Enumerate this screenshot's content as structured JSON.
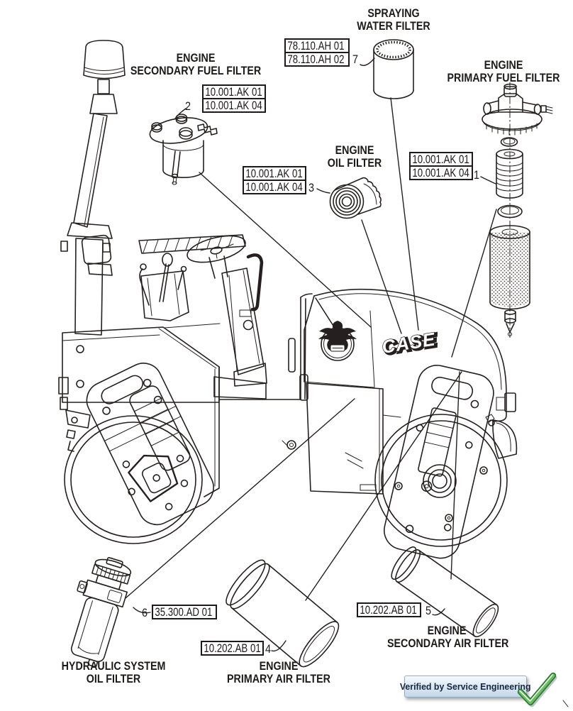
{
  "page": {
    "background": "#ffffff",
    "line_color": "#25201f"
  },
  "machine": {
    "brand": "CASE",
    "type": "tandem-drum-roller"
  },
  "filters": [
    {
      "name_line1": "SPRAYING",
      "name_line2": "WATER FILTER",
      "callout": "7",
      "refs": [
        "78.110.AH 01",
        "78.110.AH 02"
      ]
    },
    {
      "name_line1": "ENGINE",
      "name_line2": "SECONDARY FUEL FILTER",
      "callout": "2",
      "refs": [
        "10.001.AK 01",
        "10.001.AK 04"
      ]
    },
    {
      "name_line1": "ENGINE",
      "name_line2": "OIL FILTER",
      "callout": "3",
      "refs": [
        "10.001.AK 01",
        "10.001.AK 04"
      ]
    },
    {
      "name_line1": "ENGINE",
      "name_line2": "PRIMARY FUEL FILTER",
      "callout": "1",
      "refs": [
        "10.001.AK 01",
        "10.001.AK 04"
      ]
    },
    {
      "name_line1": "HYDRAULIC SYSTEM",
      "name_line2": "OIL FILTER",
      "callout": "6",
      "refs": [
        "35.300.AD 01"
      ]
    },
    {
      "name_line1": "ENGINE",
      "name_line2": "PRIMARY AIR FILTER",
      "callout": "4",
      "refs": [
        "10.202.AB 01"
      ]
    },
    {
      "name_line1": "ENGINE",
      "name_line2": "SECONDARY AIR FILTER",
      "callout": "5",
      "refs": [
        "10.202.AB 01"
      ]
    }
  ],
  "badge": {
    "label": "Verified by Service Engineering",
    "check_color": "#5fae53"
  }
}
